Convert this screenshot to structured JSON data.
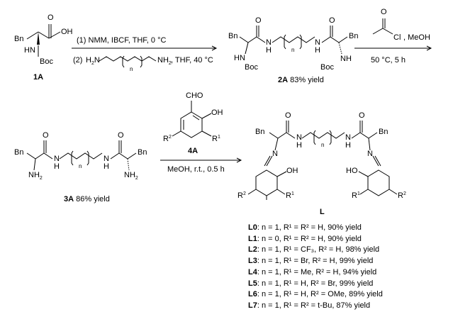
{
  "compounds": {
    "c1A": {
      "label": "1A",
      "groups": {
        "bn": "Bn",
        "oh": "OH",
        "o": "O",
        "nh": "HN",
        "boc": "Boc"
      }
    },
    "c2A": {
      "label": "2A",
      "yield": "83% yield",
      "groups": {
        "bn1": "Bn",
        "bn2": "Bn",
        "o1": "O",
        "o2": "O",
        "nh1": "N",
        "h1": "H",
        "nh2": "N",
        "h2": "H",
        "n": "n",
        "hn1": "HN",
        "boc1": "Boc",
        "boc2": "Boc",
        "nh3": "NH"
      }
    },
    "c3A": {
      "label": "3A",
      "yield": "86% yield",
      "groups": {
        "bn1": "Bn",
        "bn2": "Bn",
        "o1": "O",
        "o2": "O",
        "n1": "N",
        "h1": "H",
        "n2": "N",
        "h2": "H",
        "n": "n",
        "nh2a": "NH",
        "nh2b": "NH"
      }
    },
    "c4A": {
      "label": "4A",
      "groups": {
        "cho": "CHO",
        "oh": "OH",
        "r2": "R",
        "r1": "R"
      }
    },
    "cL": {
      "label": "L",
      "groups": {
        "bn1": "Bn",
        "bn2": "Bn",
        "o1": "O",
        "o2": "O",
        "n1": "N",
        "h1": "H",
        "n2": "N",
        "h2": "H",
        "n": "n",
        "imN1": "N",
        "imN2": "N",
        "oh1": "OH",
        "ho2": "HO",
        "r1a": "R",
        "r2a": "R",
        "r1b": "R",
        "r2b": "R"
      }
    }
  },
  "reagents": {
    "amine": {
      "base": "H",
      "sub": "2",
      "mid": "N",
      "n": "n",
      "end": "NH",
      "end_sub": "2"
    },
    "acetyl": {
      "o": "O",
      "cl": "Cl"
    }
  },
  "arrows": {
    "step1": {
      "line1": "(1) NMM, IBCF, THF, 0 °C",
      "line2": "(2)",
      "line2_tail": ", THF, 40 °C"
    },
    "step2": {
      "line1": ", MeOH",
      "line2": "50 °C, 5 h"
    },
    "step3": {
      "line1": "MeOH, r.t., 0.5 h"
    }
  },
  "ligands": [
    {
      "label": "L0",
      "text": "n = 1, R¹ = R² = H, 90% yield"
    },
    {
      "label": "L1",
      "text": "n = 0, R¹ = R² = H, 90% yield"
    },
    {
      "label": "L2",
      "text": "n = 1, R¹ = CF₃, R² = H, 98% yield"
    },
    {
      "label": "L3",
      "text": "n = 1, R¹ = Br,     R² = H, 99% yield"
    },
    {
      "label": "L4",
      "text": "n = 1, R¹ = Me,   R² = H, 94% yield"
    },
    {
      "label": "L5",
      "text": "n = 1, R¹ = H,      R² = Br, 99% yield"
    },
    {
      "label": "L6",
      "text": "n = 1, R¹ = H,      R² = OMe, 89% yield"
    },
    {
      "label": "L7",
      "text": "n = 1, R¹ = R² = t-Bu, 87% yield"
    }
  ]
}
